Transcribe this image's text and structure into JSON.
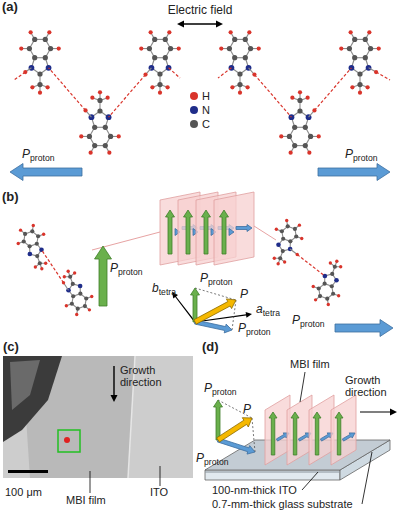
{
  "diagram": {
    "labels": [
      "(a)",
      "Electric field",
      "P",
      "proton",
      "P",
      "proton",
      "(b)",
      "P",
      "proton",
      "P",
      "proton",
      "b",
      "tetra",
      "P",
      "proton",
      "P",
      "a",
      "tetra",
      "P",
      "proton",
      "(c)",
      "Growth direction",
      "100 μm",
      "MBI film",
      "ITO",
      "(d)",
      "P",
      "proton",
      "P",
      "MBI film",
      "Growth direction",
      "P",
      "proton",
      "100-nm-thick ITO",
      "0.7-mm-thick glass substrate"
    ],
    "legend": [
      {
        "text": "H",
        "color": "#d9342b"
      },
      {
        "text": "N",
        "color": "#1f2d8a"
      },
      {
        "text": "C",
        "color": "#555555"
      }
    ]
  }
}
